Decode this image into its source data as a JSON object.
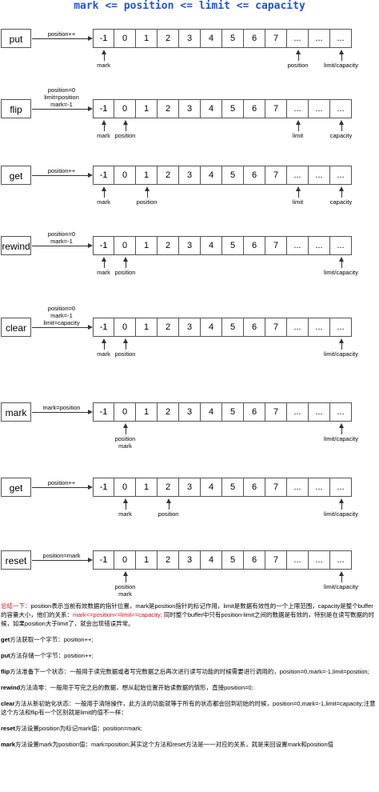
{
  "title": "mark <= position <= limit <= capacity",
  "cells": [
    "-1",
    "0",
    "1",
    "2",
    "3",
    "4",
    "5",
    "6",
    "7",
    "...",
    "...",
    "..."
  ],
  "rows": [
    {
      "op": "put",
      "arrow_lines": [
        "position++"
      ],
      "pointers": [
        {
          "label": "mark",
          "cell": 0
        },
        {
          "label": "position",
          "cell": 9
        },
        {
          "label": "limit/capacity",
          "cell": 11
        }
      ]
    },
    {
      "op": "flip",
      "arrow_lines": [
        "position=0",
        "limit=position",
        "mark=-1"
      ],
      "pointers": [
        {
          "label": "mark",
          "cell": 0
        },
        {
          "label": "position",
          "cell": 1
        },
        {
          "label": "limit",
          "cell": 9
        },
        {
          "label": "capacity",
          "cell": 11
        }
      ]
    },
    {
      "op": "get",
      "arrow_lines": [
        "position++"
      ],
      "pointers": [
        {
          "label": "mark",
          "cell": 0
        },
        {
          "label": "position",
          "cell": 2
        },
        {
          "label": "limit",
          "cell": 9
        },
        {
          "label": "capacity",
          "cell": 11
        }
      ]
    },
    {
      "op": "rewind",
      "arrow_lines": [
        "position=0",
        "mark=-1"
      ],
      "pointers": [
        {
          "label": "mark",
          "cell": 0
        },
        {
          "label": "position",
          "cell": 1
        },
        {
          "label": "limit/capacity",
          "cell": 11
        }
      ]
    },
    {
      "op": "clear",
      "arrow_lines": [
        "position=0",
        "mark=-1",
        "limit=capacity"
      ],
      "pointers": [
        {
          "label": "mark",
          "cell": 0
        },
        {
          "label": "position",
          "cell": 1
        },
        {
          "label": "limit/capacity",
          "cell": 11
        }
      ]
    },
    {
      "op": "mark",
      "arrow_lines": [
        "mark=position"
      ],
      "pointers": [
        {
          "label": "position\nmark",
          "cell": 1
        },
        {
          "label": "limit/capacity",
          "cell": 11
        }
      ]
    },
    {
      "op": "get",
      "arrow_lines": [
        "position++"
      ],
      "pointers": [
        {
          "label": "mark",
          "cell": 1
        },
        {
          "label": "position",
          "cell": 3
        },
        {
          "label": "limit/capacity",
          "cell": 11
        }
      ]
    },
    {
      "op": "reset",
      "arrow_lines": [
        "position=mark"
      ],
      "pointers": [
        {
          "label": "position\nmark",
          "cell": 1
        },
        {
          "label": "limit/capacity",
          "cell": 11
        }
      ]
    }
  ],
  "notes": {
    "summary_label": "总结一下：",
    "summary_text": "position表示当前有效数据的指针位置，mark是position指针的标记作用，limit是数据有效性的一个上限范围，capacity是整个buffer的容量大小，他们的关系：",
    "summary_relation": "mark<=position<=limit<=capacity;",
    "summary_tail": " 同时整个buffer中只有position-limit之间的数据是有效的，特别是在读写数据的时候，如果position大于limit了，就会出现错误异常。",
    "get_name": "get",
    "get_text": "方法获取一个字节：position++;",
    "put_name": "put",
    "put_text": "方法存储一个字节：position++;",
    "flip_name": "flip",
    "flip_text": "方法准备下一个状态：一般用于读完数据或者写完数据之后再次进行读写功能的时候需要进行调用的，position=0,mark=-1,limit=position;",
    "rewind_name": "rewind",
    "rewind_text": "方法清零：一般用于写完之后的数据，想从起始位置开始读数据的情形，直接position=0;",
    "clear_name": "clear",
    "clear_text": "方法从新初始化状态：一般用于清除操作，此方法的功能就等于所有的状态都会回到初始的时候，position=0,mark=-1,limit=capacity;注意这个方法和flip有一个区别就是limit的值不一样：",
    "reset_name": "reset",
    "reset_text": "方法设置position为标记mark值：position=mark;",
    "mark_name": "mark",
    "mark_text": "方法设置mark为position值：mark=position;其实这个方法和reset方法是一一对应的关系，就是来回设置mark和position值"
  }
}
